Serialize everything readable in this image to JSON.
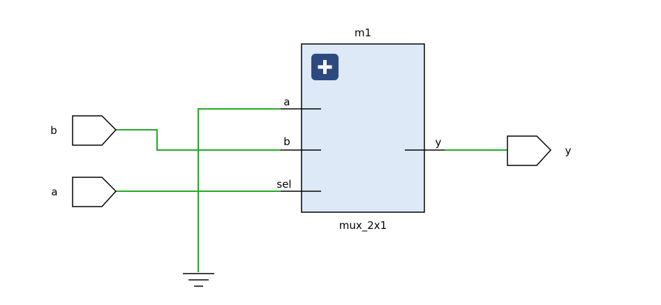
{
  "colors": {
    "wire": "#22aa22",
    "block_fill": "#dde9f7",
    "block_stroke": "#000000",
    "expand_button": "#2c4a80",
    "background": "#ffffff"
  },
  "block": {
    "instance_name": "m1",
    "module_name": "mux_2x1",
    "expand_icon": "plus-icon",
    "pins": {
      "a": "a",
      "b": "b",
      "sel": "sel",
      "y": "y"
    }
  },
  "ports": {
    "input_b": "b",
    "input_a": "a",
    "output_y": "y"
  },
  "ground_icon": "ground-icon"
}
